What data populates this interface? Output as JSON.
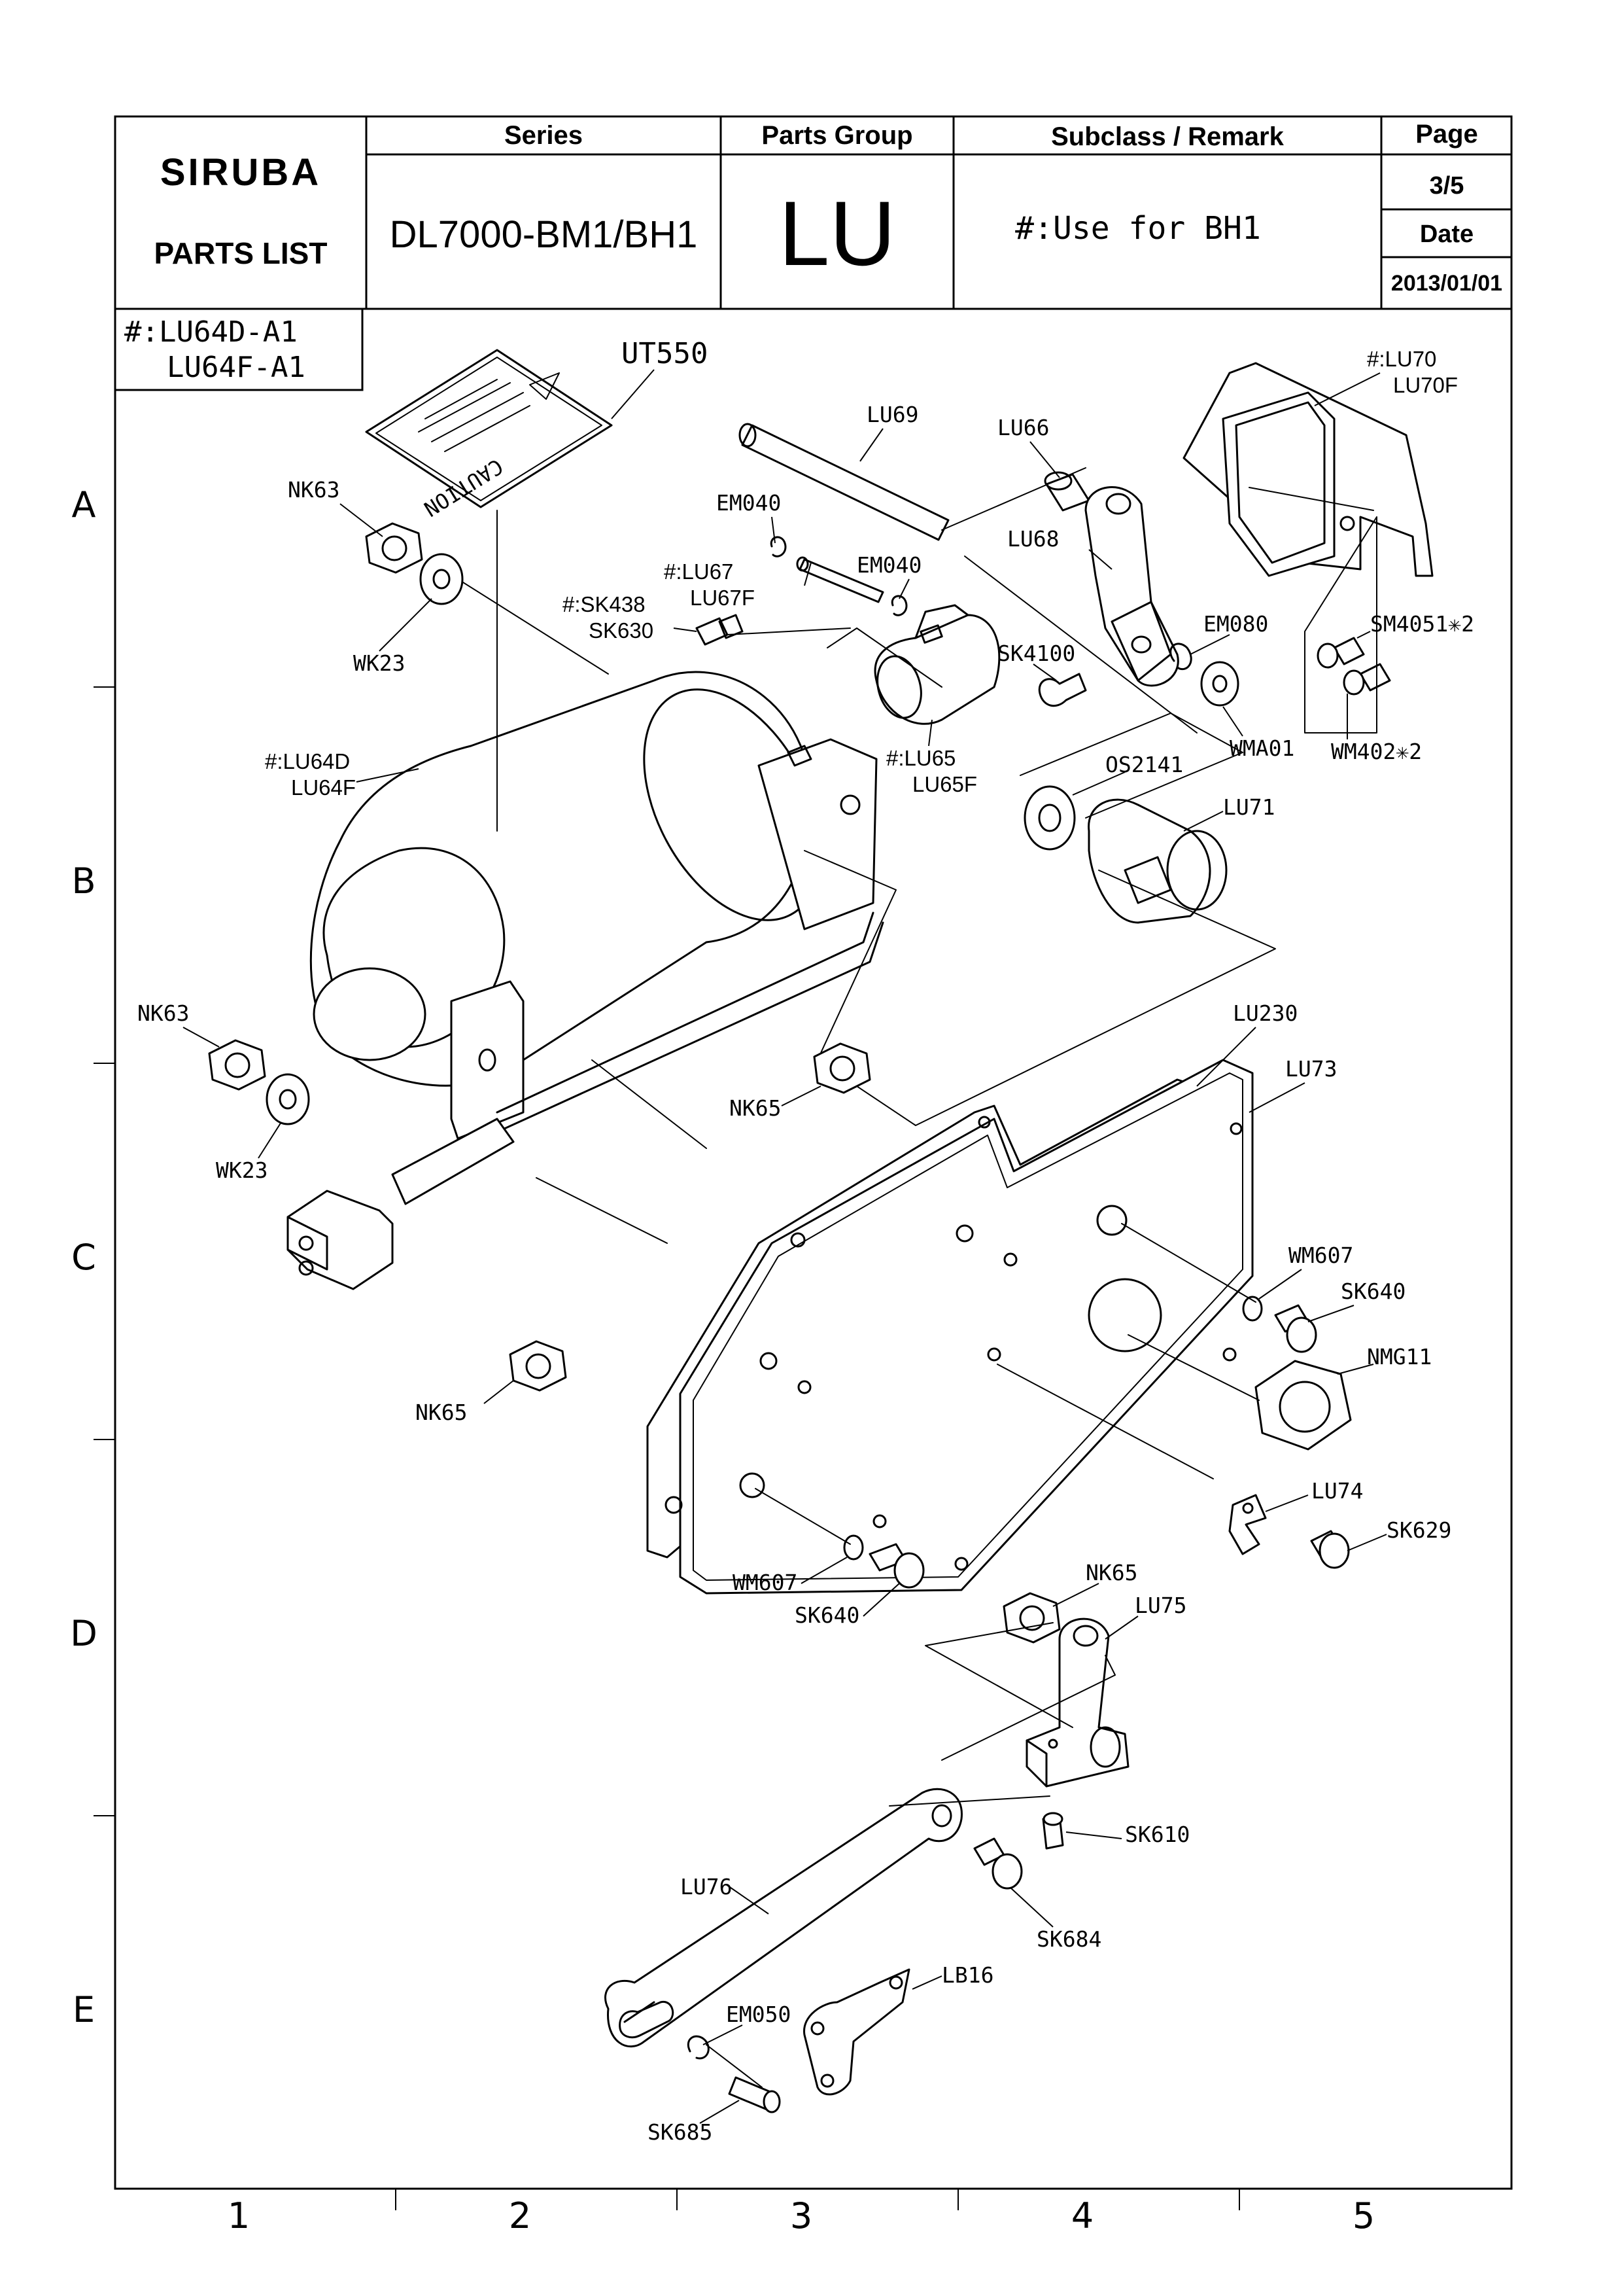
{
  "header": {
    "brand": "SIRUBA",
    "sheet_title": "PARTS LIST",
    "series_label": "Series",
    "series_value": "DL7000-BM1/BH1",
    "parts_group_label": "Parts Group",
    "parts_group_value": "LU",
    "subclass_label": "Subclass / Remark",
    "subclass_value": "#:Use for BH1",
    "page_label": "Page",
    "page_value": "3/5",
    "date_label": "Date",
    "date_value": "2013/01/01"
  },
  "assembly_note": {
    "line1": "#:LU64D-A1",
    "line2": "LU64F-A1"
  },
  "grid": {
    "rows": [
      "A",
      "B",
      "C",
      "D",
      "E"
    ],
    "columns": [
      "1",
      "2",
      "3",
      "4",
      "5"
    ]
  },
  "labels": {
    "ut550": "UT550",
    "lu69": "LU69",
    "lu66": "LU66",
    "lu70": "#:LU70",
    "lu70f": "LU70F",
    "nk63_a": "NK63",
    "em040_a": "EM040",
    "lu68": "LU68",
    "lu67": "#:LU67",
    "lu67f": "LU67F",
    "em040_b": "EM040",
    "sk438": "#:SK438",
    "sk630": "SK630",
    "wk23_a": "WK23",
    "em080": "EM080",
    "sm4051": "SM4051✳2",
    "sk4100": "SK4100",
    "wma01": "WMA01",
    "wm402": "WM402✳2",
    "lu64d": "#:LU64D",
    "lu64f": "LU64F",
    "lu65": "#:LU65",
    "lu65f": "LU65F",
    "os2141": "OS2141",
    "lu71": "LU71",
    "nk63_b": "NK63",
    "lu230": "LU230",
    "lu73": "LU73",
    "nk65_a": "NK65",
    "wk23_b": "WK23",
    "wm607_a": "WM607",
    "sk640_a": "SK640",
    "nmg11": "NMG11",
    "nk65_b": "NK65",
    "lu74": "LU74",
    "sk629": "SK629",
    "nk65_c": "NK65",
    "wm607_b": "WM607",
    "lu75": "LU75",
    "sk640_b": "SK640",
    "sk610": "SK610",
    "lu76": "LU76",
    "sk684": "SK684",
    "lb16": "LB16",
    "em050": "EM050",
    "sk685": "SK685"
  },
  "caution_plate": {
    "text": "CAUTION"
  }
}
